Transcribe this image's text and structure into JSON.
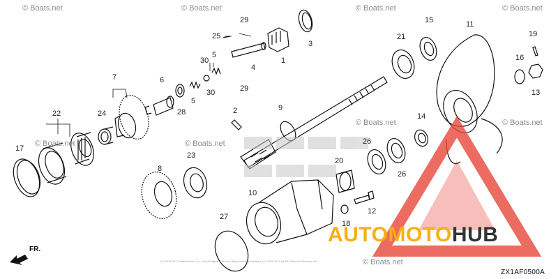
{
  "diagram": {
    "code": "ZX1AF0500A",
    "front_label": "FR.",
    "watermark": "© Boats.net",
    "copyright": "(C) 2014-2017 Honda Motor Co., Ltd. All rights reserved. Reproduction prohibited. (C) 2004-2017 by ARI Network Services, Inc.",
    "logo": {
      "part1": "AUTOMOTO",
      "part2": "HUB",
      "color1": "#f5b014",
      "color2": "#333333"
    },
    "parts": [
      "1",
      "2",
      "3",
      "4",
      "5",
      "5",
      "6",
      "7",
      "8",
      "9",
      "10",
      "11",
      "12",
      "13",
      "14",
      "15",
      "16",
      "17",
      "18",
      "19",
      "20",
      "21",
      "22",
      "23",
      "24",
      "25",
      "26",
      "26",
      "27",
      "28",
      "29",
      "29",
      "30",
      "30"
    ]
  }
}
